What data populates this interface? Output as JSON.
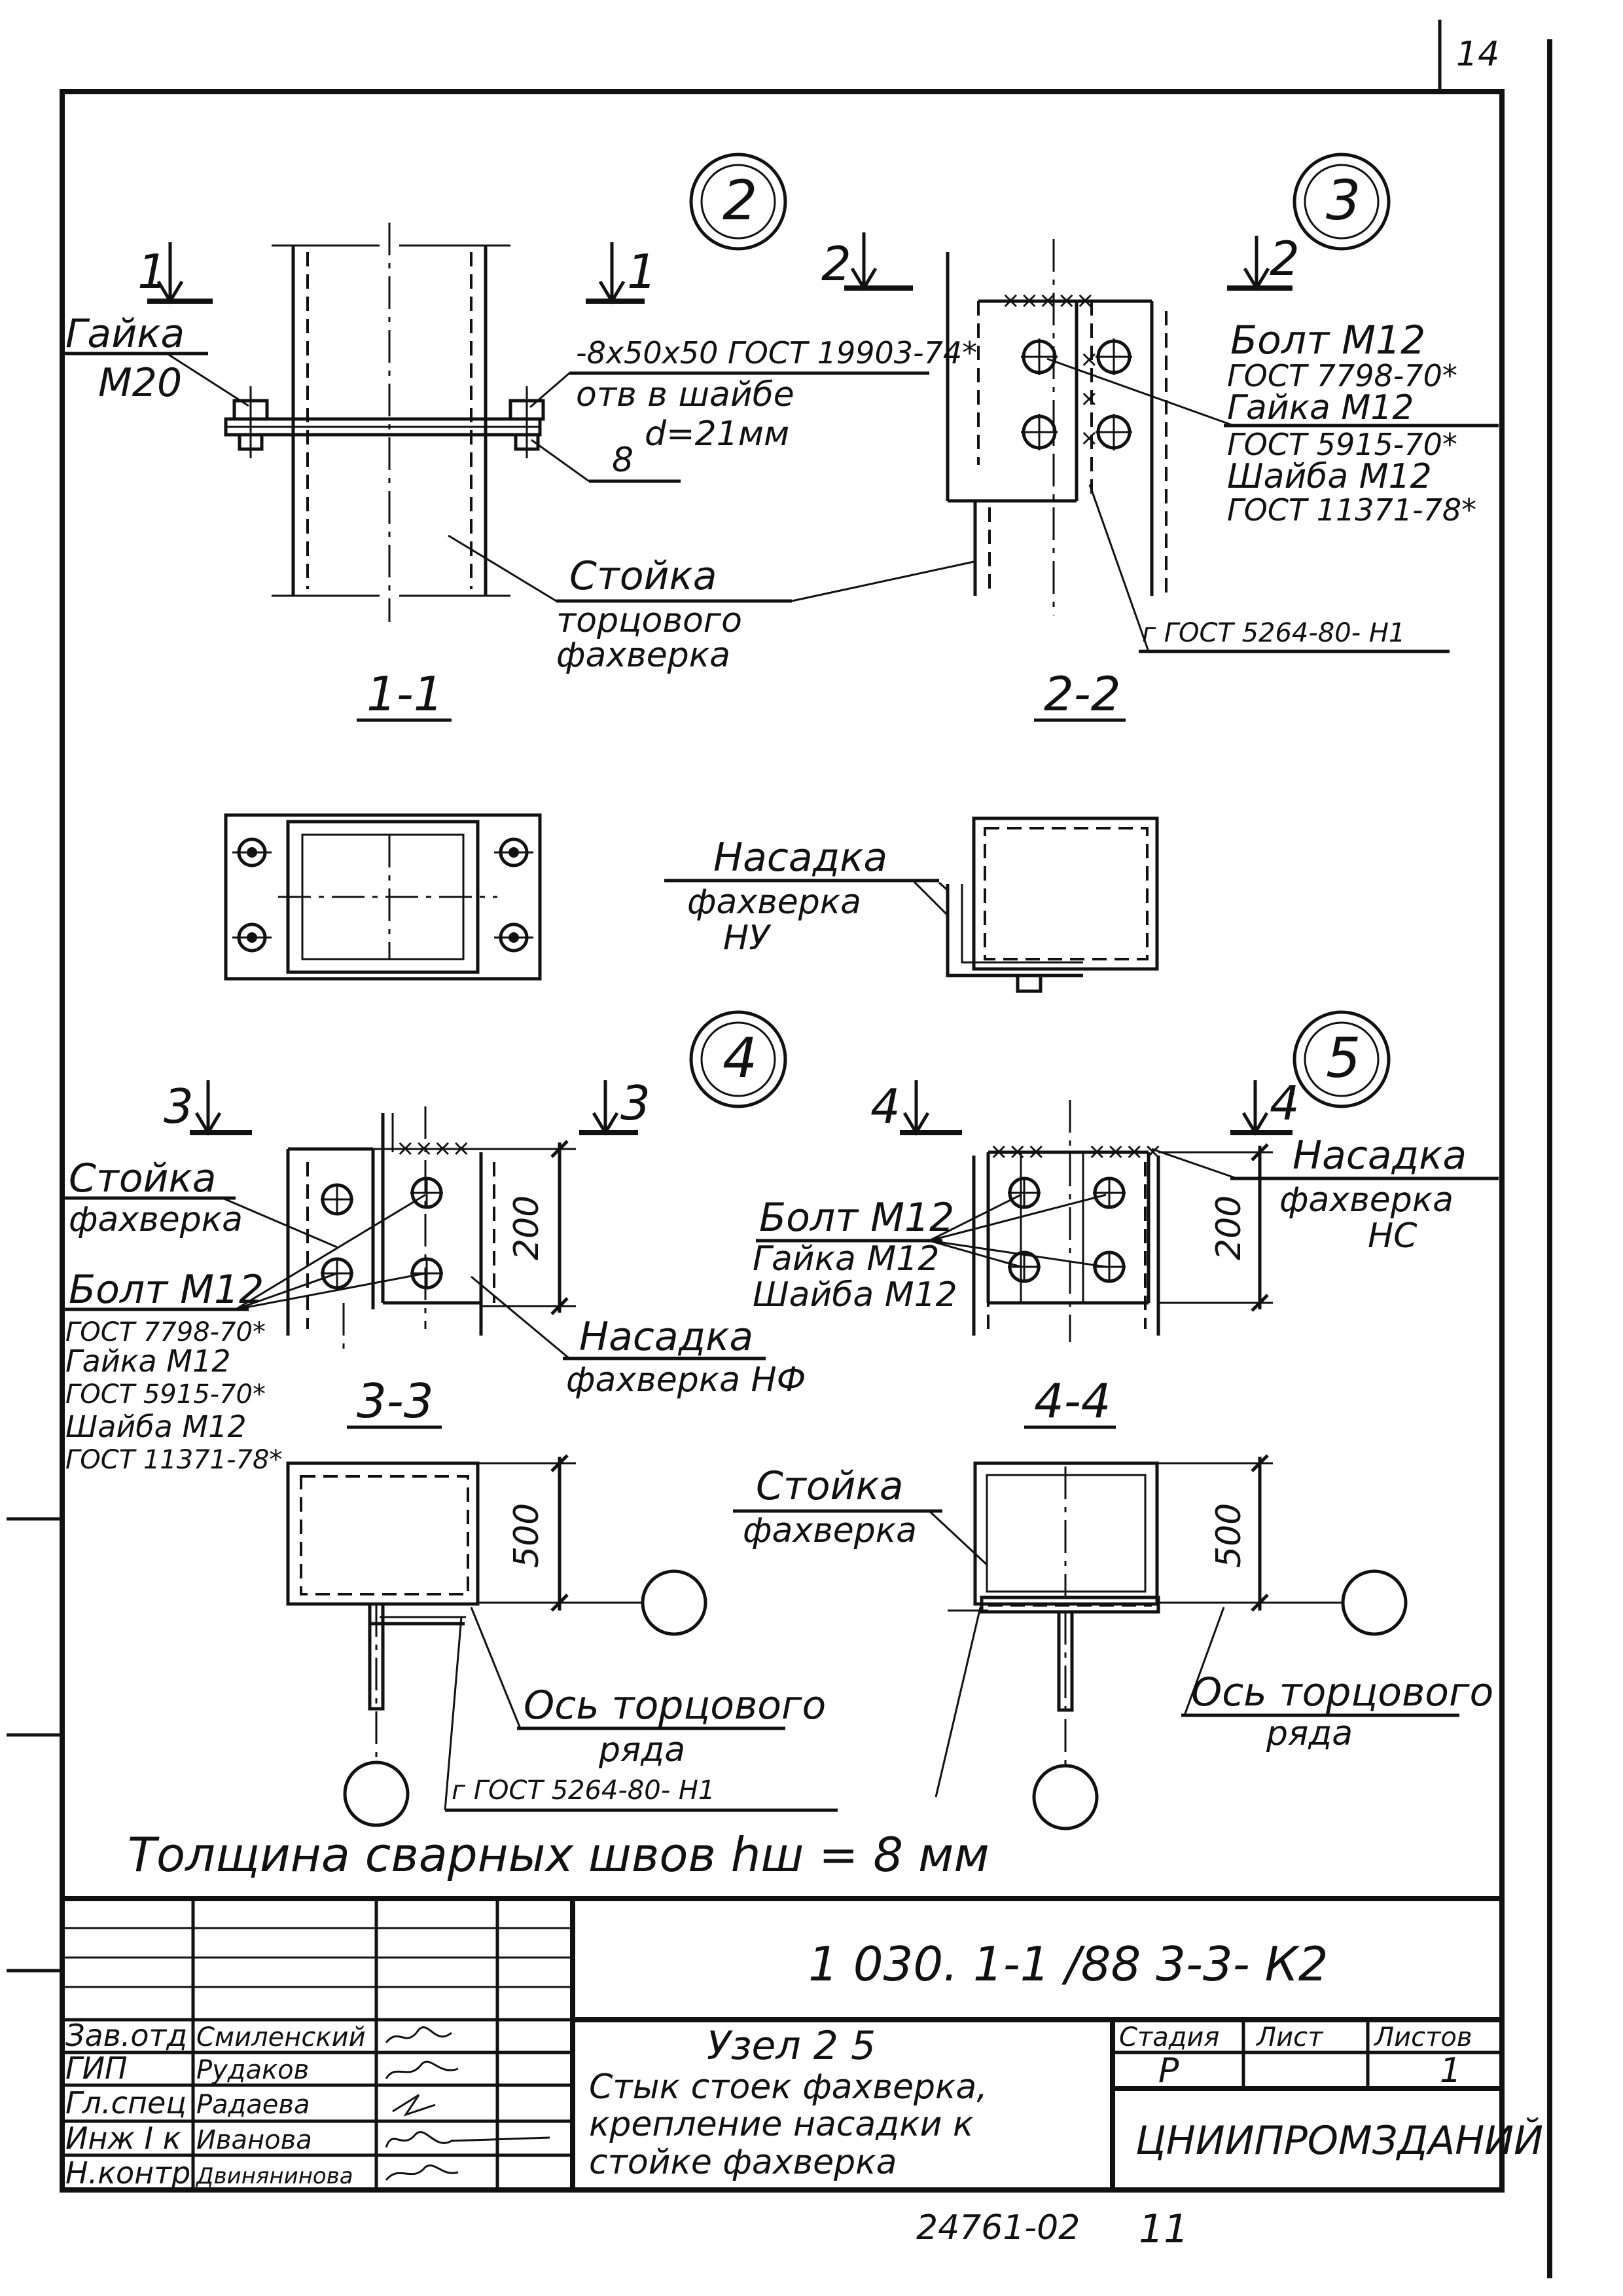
{
  "sheet_number": "14",
  "callouts": {
    "c2": "2",
    "c3": "3",
    "c4": "4",
    "c5": "5"
  },
  "cut_marks": {
    "m1_left": "1",
    "m1_right": "1",
    "m2_left": "2",
    "m2_right": "2",
    "m3_left": "3",
    "m3_right": "3",
    "m4_left": "4",
    "m4_right": "4"
  },
  "section_titles": {
    "s11": "1-1",
    "s22": "2-2",
    "s33": "3-3",
    "s44": "4-4"
  },
  "node2": {
    "nut_line1": "Гайка",
    "nut_line2": "М20",
    "plate_line1": "-8х50х50 ГОСТ 19903-74*",
    "plate_line2": "отв в шайбе",
    "plate_line3": "d=21мм",
    "weld_label": "8",
    "post_line1": "Стойка",
    "post_line2": "торцового",
    "post_line3": "фахверка"
  },
  "node3": {
    "l1": "Болт М12",
    "l2": "ГОСТ 7798-70*",
    "l3": "Гайка М12",
    "l4": "ГОСТ 5915-70*",
    "l5": "Шайба М12",
    "l6": "ГОСТ 11371-78*",
    "weld": "г ГОСТ 5264-80- Н1"
  },
  "sec22": {
    "l1": "Насадка",
    "l2": "фахверка",
    "l3": "НУ"
  },
  "node4": {
    "post1": "Стойка",
    "post2": "фахверка",
    "b1": "Болт М12",
    "b2": "ГОСТ 7798-70*",
    "b3": "Гайка М12",
    "b4": "ГОСТ 5915-70*",
    "b5": "Шайба М12",
    "b6": "ГОСТ 11371-78*",
    "cap1": "Насадка",
    "cap2": "фахверка НФ",
    "dim": "200"
  },
  "node5": {
    "b1": "Болт М12",
    "b2": "Гайка М12",
    "b3": "Шайба М12",
    "cap1": "Насадка",
    "cap2": "фахверка",
    "cap3": "НС",
    "dim": "200"
  },
  "sec33": {
    "dim": "500",
    "axis1": "Ось торцового",
    "axis2": "ряда",
    "weld": "г ГОСТ 5264-80- Н1"
  },
  "sec44": {
    "post1": "Стойка",
    "post2": "фахверка",
    "dim": "500",
    "axis1": "Ось торцового",
    "axis2": "ряда"
  },
  "weld_note": "Толщина сварных швов hш = 8 мм",
  "title_block": {
    "code": "1 030. 1-1 /88 3-3- К2",
    "roles": [
      "Зав.отд",
      "ГИП",
      "Гл.спец",
      "Инж I к",
      "Н.контр"
    ],
    "names": [
      "Смиленский",
      "Рудаков",
      "Радаева",
      "Иванова",
      "Двинянинова"
    ],
    "title1": "Узел 2 5",
    "title2": "Стык стоек фахверка,",
    "title3": "крепление насадки к",
    "title4": "стойке фахверка",
    "stage_h": "Стадия",
    "sheet_h": "Лист",
    "sheets_h": "Листов",
    "stage": "Р",
    "sheets": "1",
    "org": "ЦНИИПРОМЗДАНИЙ"
  },
  "archive": {
    "number": "24761-02",
    "page": "11"
  }
}
